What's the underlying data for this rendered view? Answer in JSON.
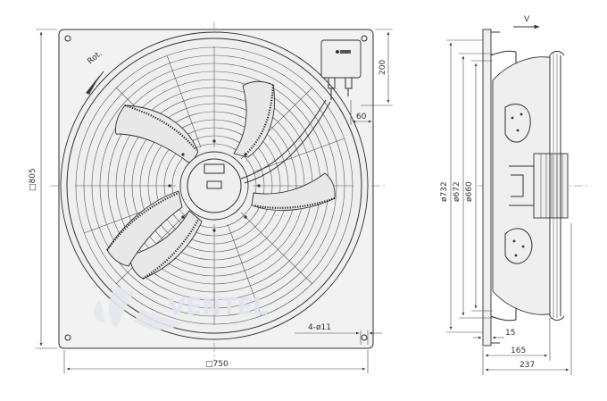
{
  "front_view": {
    "rotation_label": "Rot.",
    "dim_height": "□805",
    "dim_width": "□750",
    "dim_box_offset": "200",
    "dim_box_side": "60",
    "dim_holes": "4-ø11"
  },
  "side_view": {
    "airflow_label": "V",
    "dim_d1": "ø732",
    "dim_d2": "ø672",
    "dim_d3": "ø660",
    "dim_flange": "15",
    "dim_depth1": "165",
    "dim_depth2": "237"
  },
  "watermark": "VENTEL"
}
